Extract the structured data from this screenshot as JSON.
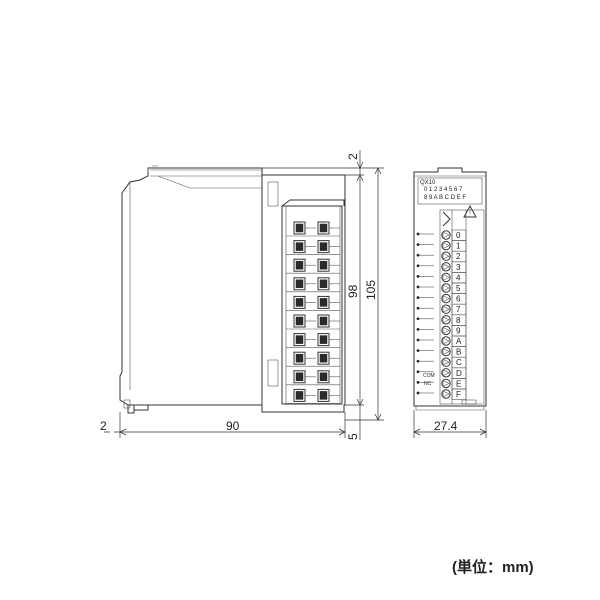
{
  "dimensions": {
    "depth": "90",
    "height_outer": "105",
    "height_inner": "98",
    "top_offset": "2",
    "bottom_offset": "5",
    "left_offset": "2",
    "width": "27.4"
  },
  "front_panel": {
    "model": "QX10",
    "led_row1": "0 1 2 3 4 5 6 7",
    "led_row2": "8 9 A B C D E F",
    "terminals": [
      "0",
      "1",
      "2",
      "3",
      "4",
      "5",
      "6",
      "7",
      "8",
      "9",
      "A",
      "B",
      "C",
      "D",
      "E",
      "F"
    ],
    "com_label": "COM",
    "nc_label": "NC"
  },
  "unit_label": "(単位：mm)",
  "colors": {
    "line": "#333333",
    "background": "#ffffff"
  },
  "icons": {
    "warning": "warning-triangle-icon"
  }
}
